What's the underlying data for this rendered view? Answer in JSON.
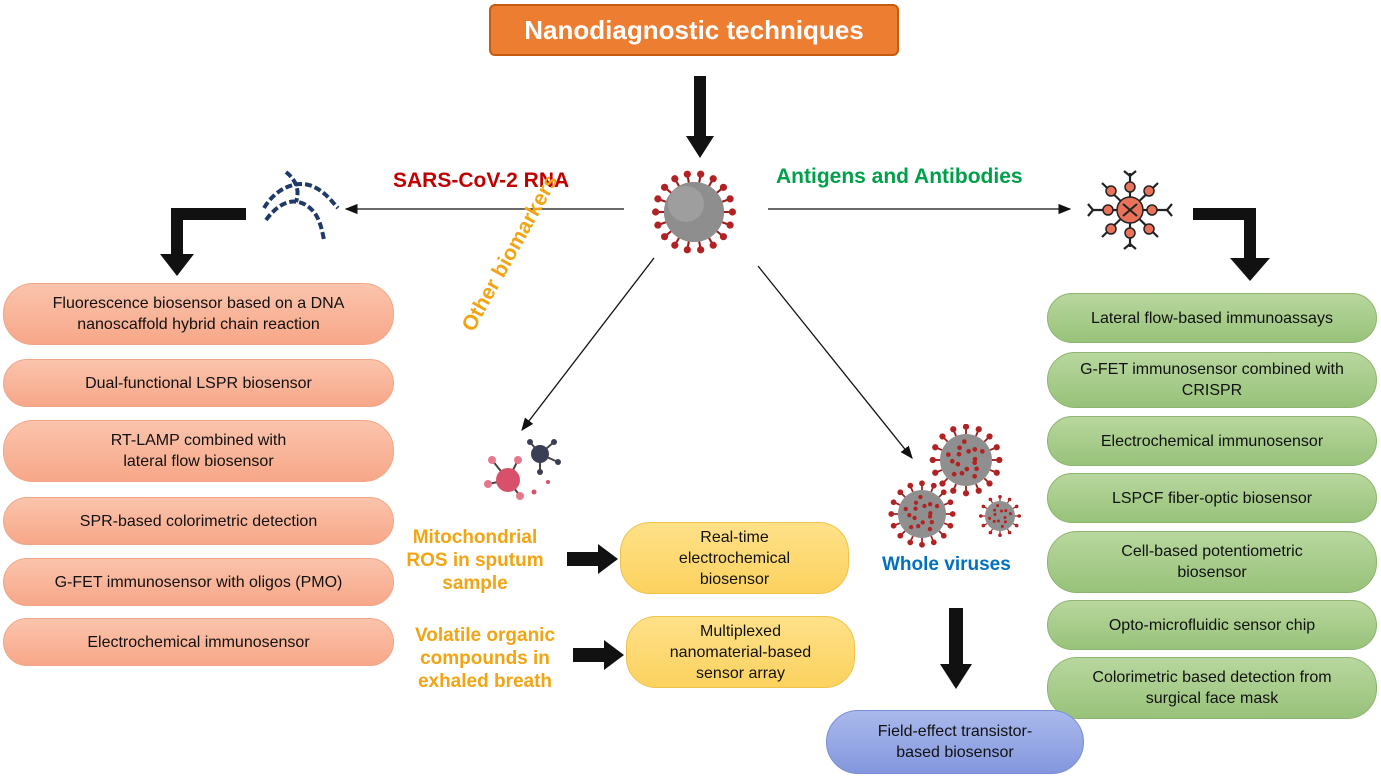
{
  "title": "Nanodiagnostic techniques",
  "branches": {
    "rna": "SARS-CoV-2 RNA",
    "antigens": "Antigens and Antibodies",
    "other": "Other biomarkers",
    "whole": "Whole viruses"
  },
  "rna_methods": [
    "Fluorescence biosensor based on a DNA nanoscaffold hybrid chain reaction",
    "Dual-functional LSPR biosensor",
    "RT-LAMP combined with lateral flow biosensor",
    "SPR-based colorimetric detection",
    "G-FET immunosensor with oligos (PMO)",
    "Electrochemical immunosensor"
  ],
  "antigen_methods": [
    "Lateral flow-based immunoassays",
    "G-FET immunosensor combined with CRISPR",
    "Electrochemical immunosensor",
    "LSPCF fiber-optic biosensor",
    "Cell-based potentiometric biosensor",
    "Opto-microfluidic sensor chip",
    "Colorimetric based detection from surgical face mask"
  ],
  "other_biomarkers": [
    {
      "label": "Mitochondrial ROS in sputum sample",
      "method": "Real-time electrochemical biosensor"
    },
    {
      "label": "Volatile organic compounds in exhaled breath",
      "method": "Multiplexed nanomaterial-based sensor array"
    }
  ],
  "whole_method": "Field-effect transistor-based biosensor",
  "colors": {
    "title_bg": "#ed7d31",
    "rna_label": "#c00000",
    "antigen_label": "#00a04a",
    "other_label": "#f2a413",
    "whole_label": "#0070c0"
  },
  "icons": [
    "virus-icon",
    "rna-strand-icon",
    "antibody-icon",
    "biomarker-molecule-icon",
    "virus-cluster-icon"
  ]
}
